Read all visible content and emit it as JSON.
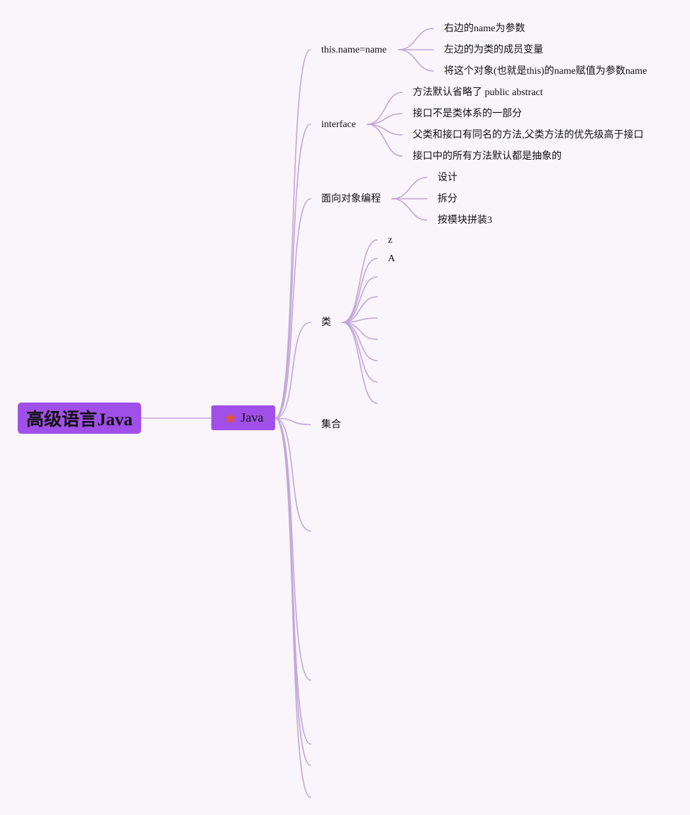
{
  "root": {
    "label": "高级语言Java"
  },
  "center": {
    "label": "Java",
    "icon": "star-icon",
    "icon_color": "#e0533d"
  },
  "colors": {
    "node_fill": "#a14fe9",
    "link": "#c3a7d8",
    "background": "#f9f5fb"
  },
  "branches": [
    {
      "label": "this.name=name",
      "children": [
        "右边的name为参数",
        "左边的为类的成员变量",
        "将这个对象(也就是this)的name赋值为参数name"
      ]
    },
    {
      "label": "interface",
      "children": [
        "方法默认省略了 public abstract",
        "接口不是类体系的一部分",
        "父类和接口有同名的方法,父类方法的优先级高于接口",
        "接口中的所有方法默认都是抽象的"
      ]
    },
    {
      "label": "面向对象编程",
      "children": [
        "设计",
        "拆分",
        "按模块拼装3"
      ]
    },
    {
      "label": "类",
      "children": [
        "z",
        "A",
        "",
        "",
        "",
        "",
        "",
        "",
        ""
      ]
    },
    {
      "label": "集合",
      "children": []
    },
    {
      "label": "",
      "children": []
    },
    {
      "label": "",
      "children": []
    },
    {
      "label": "",
      "children": []
    },
    {
      "label": "",
      "children": []
    },
    {
      "label": "",
      "children": []
    }
  ]
}
